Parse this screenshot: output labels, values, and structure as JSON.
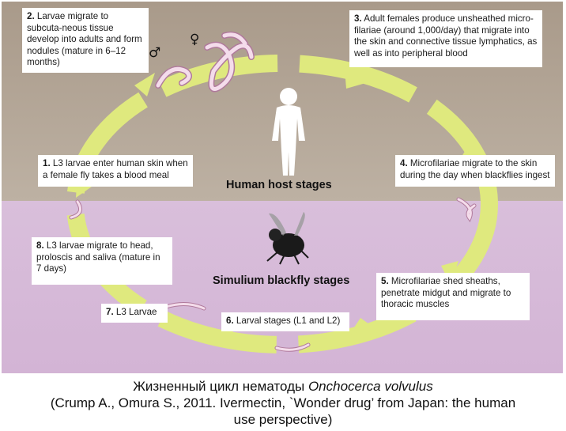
{
  "colors": {
    "human_band": "#b5a899",
    "fly_band": "#d7bad8",
    "arrow": "#e0ea7c",
    "arrow_edge": "#c9d24f",
    "worm": "#f2d8e6",
    "worm_edge": "#b07a9c"
  },
  "icons": {
    "human": "human-silhouette-icon",
    "fly": "blackfly-icon",
    "male": "male-symbol-icon",
    "female": "female-symbol-icon"
  },
  "symbols": {
    "male": "♂",
    "female": "♀"
  },
  "stages": {
    "human_label": "Human host stages",
    "fly_label": "Simulium blackfly stages"
  },
  "steps": [
    {
      "num": "1.",
      "text": " L3 larvae enter human skin when a female fly takes a blood meal"
    },
    {
      "num": "2.",
      "text": " Larvae migrate to subcuta-neous tissue develop into adults and form nodules (mature in 6–12 months)"
    },
    {
      "num": "3.",
      "text": " Adult females produce unsheathed micro-filariae (around 1,000/day) that migrate into the skin and connective tissue lymphatics, as well as into peripheral blood"
    },
    {
      "num": "4.",
      "text": " Microfilariae migrate to the skin during the day when blackflies ingest"
    },
    {
      "num": "5.",
      "text": " Microfilariae shed sheaths, penetrate midgut and migrate to thoracic muscles"
    },
    {
      "num": "6.",
      "text": " Larval stages (L1 and L2)"
    },
    {
      "num": "7.",
      "text": " L3 Larvae"
    },
    {
      "num": "8.",
      "text": " L3 larvae migrate to head, proloscis and saliva (mature in 7 days)"
    }
  ],
  "caption": {
    "line1_prefix": "Жизненный цикл нематоды ",
    "line1_species": "Onchocerca volvulus",
    "line2": "(Crump A., Omura S., 2011. Ivermectin, `Wonder drug’ from Japan: the human",
    "line3": "use perspective)"
  }
}
